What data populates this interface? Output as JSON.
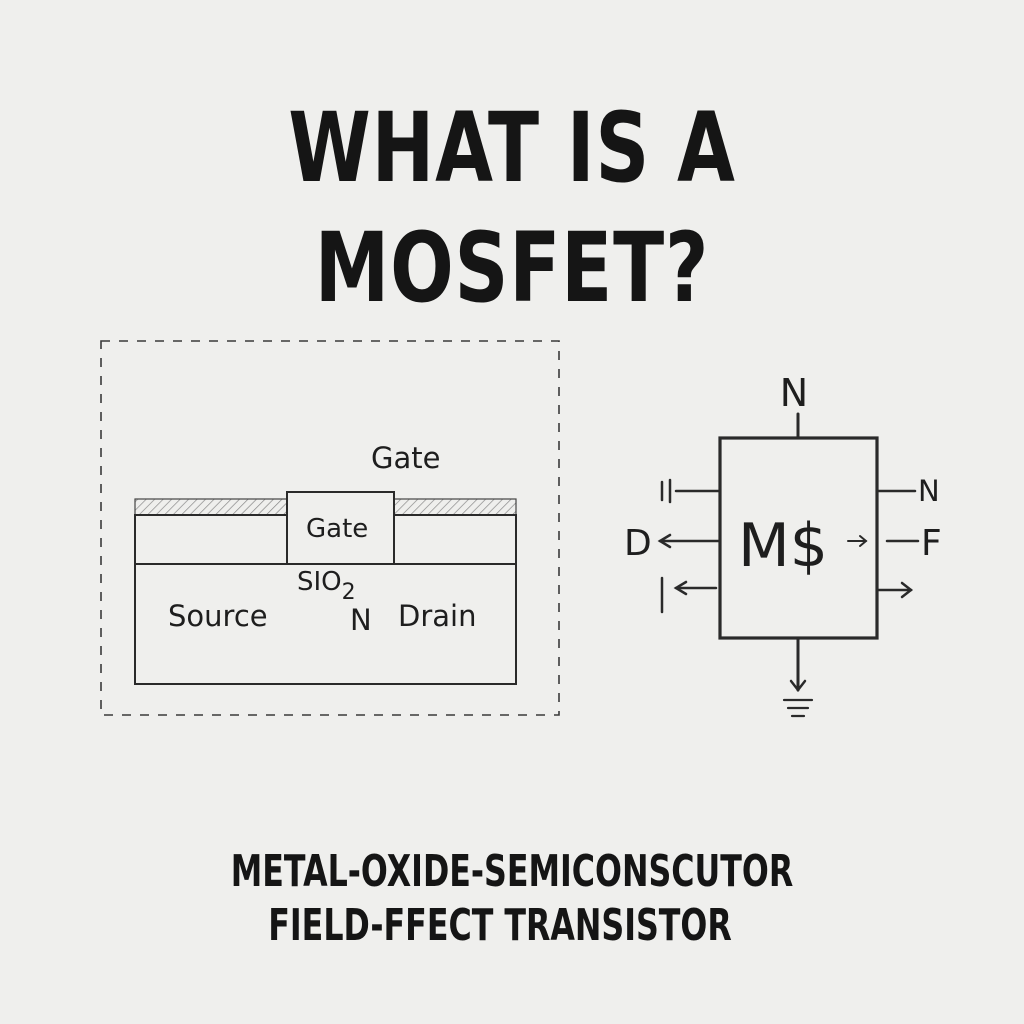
{
  "title": "WHAT IS A MOSFET?",
  "cross_section": {
    "gate_top_label": "Gate",
    "gate_block_label": "Gate",
    "oxide_label": "SIO",
    "oxide_subscript": "2",
    "source_label": "Source",
    "channel_label": "N",
    "drain_label": "Drain"
  },
  "symbol": {
    "center_text": "M$",
    "top_label": "N",
    "right_upper_label": "N",
    "right_middle_label": "F",
    "left_middle_label": "D"
  },
  "subtitle": {
    "line1": "METAL-OXIDE-SEMICONSCUTOR",
    "line2": "FIELD-FFECT TRANSISTOR"
  }
}
